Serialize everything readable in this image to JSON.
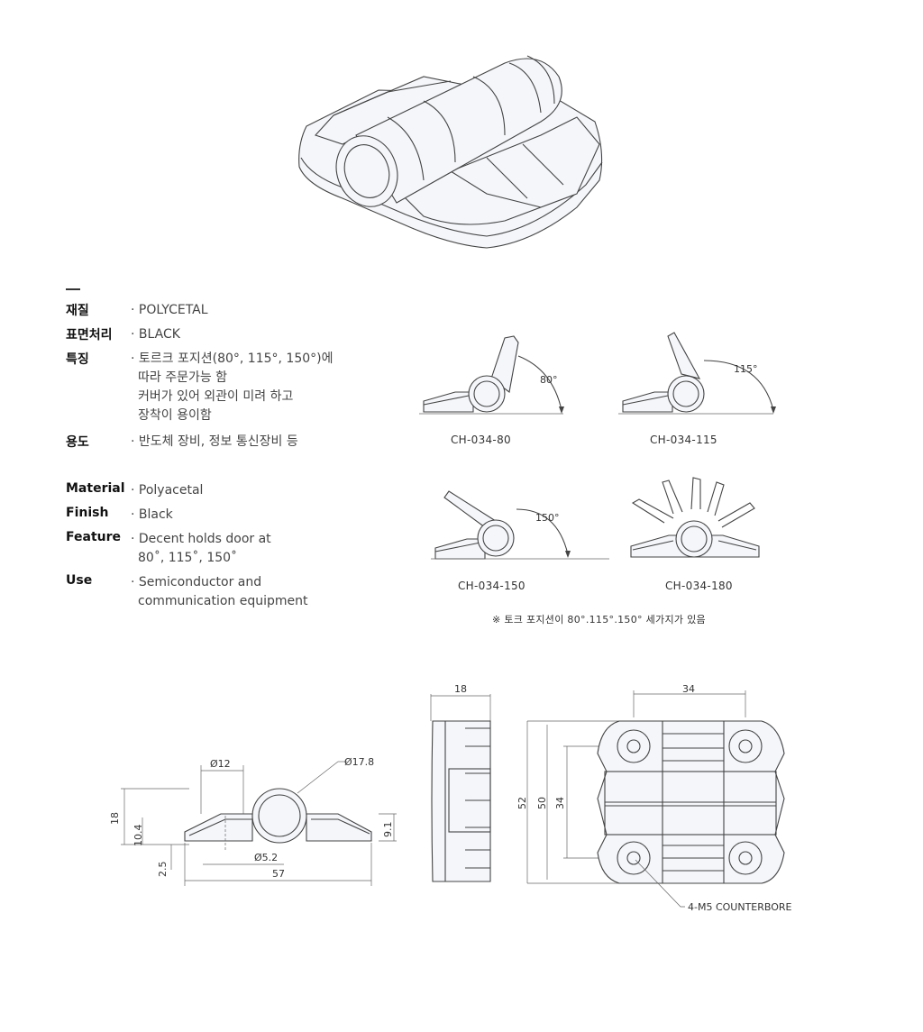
{
  "specs_ko": [
    {
      "key": "재질",
      "lines": [
        "· POLYCETAL"
      ]
    },
    {
      "key": "표면처리",
      "lines": [
        "· BLACK"
      ]
    },
    {
      "key": "특징",
      "lines": [
        "· 토르크 포지션(80°, 115°, 150°)에",
        "따라 주문가능 함",
        "커버가 있어 외관이 미려 하고",
        "장착이 용이함"
      ]
    },
    {
      "key": "용도",
      "lines": [
        "· 반도체 장비, 정보 통신장비 등"
      ]
    }
  ],
  "specs_en": [
    {
      "key": "Material",
      "lines": [
        "· Polyacetal"
      ]
    },
    {
      "key": "Finish",
      "lines": [
        "· Black"
      ]
    },
    {
      "key": "Feature",
      "lines": [
        "· Decent holds door at",
        "80˚, 115˚, 150˚"
      ]
    },
    {
      "key": "Use",
      "lines": [
        "· Semiconductor and",
        "communication equipment"
      ]
    }
  ],
  "positions": [
    {
      "model": "CH-034-80",
      "angle_label": "80°"
    },
    {
      "model": "CH-034-115",
      "angle_label": "115°"
    },
    {
      "model": "CH-034-150",
      "angle_label": "150°"
    },
    {
      "model": "CH-034-180",
      "angle_label": ""
    }
  ],
  "note": "※ 토크 포지션이 80°.115°.150° 세가지가 있음",
  "dimensions": {
    "side": {
      "d12": "Ø12",
      "d17_8": "Ø17.8",
      "d5_2": "Ø5.2",
      "h18": "18",
      "h10_4": "10.4",
      "h2_5": "2.5",
      "h9_1": "9.1",
      "w57": "57"
    },
    "end": {
      "w18": "18"
    },
    "top": {
      "w34": "34",
      "h52": "52",
      "h50": "50",
      "h34": "34",
      "hole_note": "4-M5 COUNTERBORE"
    }
  }
}
